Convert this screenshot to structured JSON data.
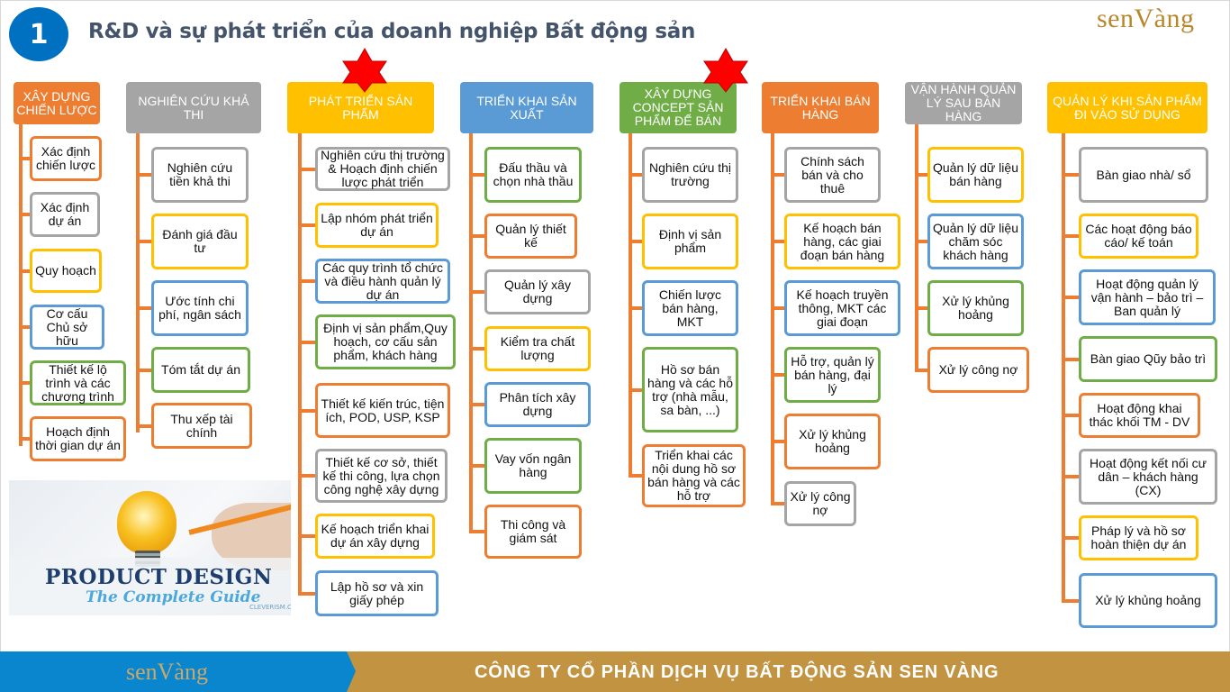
{
  "slide": {
    "number": "1",
    "title": "R&D và sự phát triển của doanh nghiệp Bất động sản",
    "logo_text": "senVàng"
  },
  "palette": {
    "orange": "#ED7D31",
    "gray": "#A5A5A5",
    "yellow": "#FFC000",
    "blue": "#5B9BD5",
    "green": "#70AD47",
    "star": "#FF0000",
    "number_badge": "#0070C0",
    "footer_blue": "#0A86CF",
    "footer_gold": "#C29441"
  },
  "columns": [
    {
      "header": "XÂY DỰNG CHIẾN LƯỢC",
      "items": [
        "Xác định chiến lược",
        "Xác định dự án",
        "Quy hoạch",
        "Cơ cấu Chủ sở hữu",
        "Thiết kế lộ trình và các chương trình",
        "Hoạch định thời gian dự án"
      ]
    },
    {
      "header": "NGHIÊN CỨU KHẢ THI",
      "items": [
        "Nghiên cứu tiền khả thi",
        "Đánh giá đầu tư",
        "Ước tính chi phí, ngân sách",
        "Tóm tắt dự án",
        "Thu xếp tài chính"
      ]
    },
    {
      "header": "PHÁT TRIỂN SẢN PHẨM",
      "items": [
        "Nghiên cứu thị trường & Hoạch định chiến lược phát triển",
        "Lập nhóm phát triển dự án",
        "Các quy trình tổ chức và điều hành quản lý dự án",
        "Định vị sản phẩm,Quy hoạch, cơ cấu sản phẩm, khách hàng",
        "Thiết kế kiến trúc, tiện ích, POD, USP, KSP",
        "Thiết kế cơ sở, thiết kế thi công, lựa chọn công nghệ xây dựng",
        "Kế hoạch triển khai dự án xây dựng",
        "Lập hồ sơ và xin giấy phép"
      ]
    },
    {
      "header": "TRIỂN KHAI SẢN XUẤT",
      "items": [
        "Đấu thầu và chọn nhà thầu",
        "Quản lý thiết kế",
        "Quản lý xây dựng",
        "Kiểm tra chất lượng",
        "Phân tích xây dựng",
        "Vay vốn ngân hàng",
        "Thi công và giám sát"
      ]
    },
    {
      "header": "XÂY DỰNG CONCEPT SẢN PHẨM ĐỂ BÁN",
      "items": [
        "Nghiên cứu thị trường",
        "Định vị sản phẩm",
        "Chiến lược bán hàng, MKT",
        "Hồ sơ bán hàng và các hỗ trợ (nhà mẫu, sa bàn, ...)",
        "Triển khai các nội dung hồ sơ bán hàng và các hỗ trợ"
      ]
    },
    {
      "header": "TRIỂN KHAI BÁN HÀNG",
      "items": [
        "Chính sách bán và cho thuê",
        "Kế hoạch bán hàng,  các giai đoạn bán hàng",
        "Kế hoạch truyền thông, MKT các giai đoạn",
        "Hỗ trợ, quản lý bán hàng, đại lý",
        "Xử lý khủng hoảng",
        "Xử lý công nợ"
      ]
    },
    {
      "header": "VẬN HÀNH QUẢN LÝ SAU BÁN HÀNG",
      "items": [
        "Quản lý dữ liệu bán hàng",
        "Quản lý dữ liệu chăm sóc khách hàng",
        "Xử lý khủng hoảng",
        "Xử lý công nợ"
      ]
    },
    {
      "header": "QUẢN LÝ KHI SẢN PHẨM ĐI VÀO SỬ DỤNG",
      "items": [
        "Bàn giao nhà/ sổ",
        "Các hoạt động báo cáo/ kế toán",
        "Hoạt động quản lý vận hành – bảo trì – Ban quản lý",
        "Bàn giao Qũy bảo trì",
        "Hoạt động khai thác khối TM - DV",
        "Hoạt động kết nối cư dân – khách hàng (CX)",
        "Pháp lý và hồ sơ hoàn thiện dự án",
        "Xử lý khủng hoảng"
      ]
    }
  ],
  "image": {
    "title": "PRODUCT DESIGN",
    "subtitle": "The Complete Guide",
    "credit": "CLEVERISM.COM"
  },
  "footer": {
    "logo_text": "senVàng",
    "company": "CÔNG TY CỔ PHẦN DỊCH VỤ BẤT ĐỘNG SẢN SEN VÀNG"
  }
}
